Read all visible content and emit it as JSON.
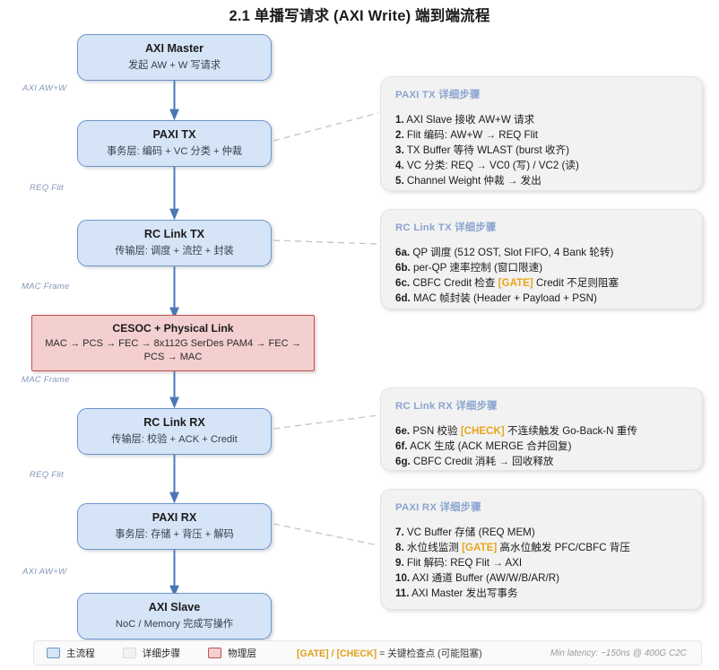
{
  "title": "2.1 单播写请求 (AXI Write) 端到端流程",
  "flow": {
    "nodes": [
      {
        "id": "axi-master",
        "title": "AXI Master",
        "sub": "发起 AW + W 写请求",
        "kind": "main"
      },
      {
        "id": "paxi-tx",
        "title": "PAXI TX",
        "sub": "事务层: 编码 + VC 分类 + 仲裁",
        "kind": "main"
      },
      {
        "id": "rc-link-tx",
        "title": "RC Link TX",
        "sub": "传输层: 调度 + 流控 + 封装",
        "kind": "main"
      },
      {
        "id": "cesoc-phy",
        "title": "CESOC + Physical Link",
        "sub": "MAC → PCS → FEC → 8x112G SerDes PAM4 → FEC → PCS → MAC",
        "kind": "physical"
      },
      {
        "id": "rc-link-rx",
        "title": "RC Link RX",
        "sub": "传输层: 校验 + ACK + Credit",
        "kind": "main"
      },
      {
        "id": "paxi-rx",
        "title": "PAXI RX",
        "sub": "事务层: 存储 + 背压 + 解码",
        "kind": "main"
      },
      {
        "id": "axi-slave",
        "title": "AXI Slave",
        "sub": "NoC / Memory 完成写操作",
        "kind": "main"
      }
    ],
    "edge_labels": [
      {
        "id": "edge-1",
        "text": "AXI AW+W"
      },
      {
        "id": "edge-2",
        "text": "REQ Flit"
      },
      {
        "id": "edge-3",
        "text": "MAC Frame"
      },
      {
        "id": "edge-4",
        "text": "MAC Frame"
      },
      {
        "id": "edge-5",
        "text": "REQ Flit"
      },
      {
        "id": "edge-6",
        "text": "AXI AW+W"
      }
    ]
  },
  "panels": [
    {
      "id": "paxi-tx-detail",
      "title": "PAXI TX 详细步骤",
      "steps": [
        {
          "num": "1.",
          "text": "AXI Slave 接收 AW+W 请求"
        },
        {
          "num": "2.",
          "text": "Flit 编码: AW+W → REQ Flit"
        },
        {
          "num": "3.",
          "text": "TX Buffer 等待 WLAST (burst 收齐)"
        },
        {
          "num": "4.",
          "text": "VC 分类: REQ → VC0 (写) / VC2 (读)"
        },
        {
          "num": "5.",
          "text": "Channel Weight 仲裁 → 发出"
        }
      ]
    },
    {
      "id": "rc-link-tx-detail",
      "title": "RC Link TX 详细步骤",
      "steps": [
        {
          "num": "6a.",
          "text": "QP 调度 (512 OST, Slot FIFO, 4 Bank 轮转)"
        },
        {
          "num": "6b.",
          "text": "per-QP 速率控制 (窗口限速)"
        },
        {
          "num": "6c.",
          "pre": "CBFC Credit 检查 ",
          "tag": "[GATE]",
          "post": " Credit 不足则阻塞"
        },
        {
          "num": "6d.",
          "text": "MAC 帧封装 (Header + Payload + PSN)"
        }
      ]
    },
    {
      "id": "rc-link-rx-detail",
      "title": "RC Link RX 详细步骤",
      "steps": [
        {
          "num": "6e.",
          "pre": "PSN 校验 ",
          "tag": "[CHECK]",
          "post": " 不连续触发 Go-Back-N 重传"
        },
        {
          "num": "6f.",
          "text": "ACK 生成 (ACK MERGE 合并回复)"
        },
        {
          "num": "6g.",
          "text": "CBFC Credit 消耗 → 回收释放"
        }
      ]
    },
    {
      "id": "paxi-rx-detail",
      "title": "PAXI RX 详细步骤",
      "steps": [
        {
          "num": "7.",
          "text": "VC Buffer 存储 (REQ MEM)"
        },
        {
          "num": "8.",
          "pre": "水位线监测 ",
          "tag": "[GATE]",
          "post": " 高水位触发 PFC/CBFC 背压"
        },
        {
          "num": "9.",
          "text": "Flit 解码: REQ Flit → AXI"
        },
        {
          "num": "10.",
          "text": "AXI 通道 Buffer (AW/W/B/AR/R)"
        },
        {
          "num": "11.",
          "text": "AXI Master 发出写事务"
        }
      ]
    }
  ],
  "legend": {
    "items": [
      {
        "id": "legend-main",
        "label": "主流程"
      },
      {
        "id": "legend-detail",
        "label": "详细步骤"
      },
      {
        "id": "legend-phy",
        "label": "物理层"
      }
    ],
    "note_tags": "[GATE] / [CHECK]",
    "note_text": " = 关键检查点 (可能阻塞)",
    "latency": "Min latency: ~150ns @ 400G C2C"
  },
  "colors": {
    "main_fill": "#d6e4f7",
    "main_border": "#6b96ca",
    "phy_fill": "#f4cfcf",
    "phy_border": "#c0504d",
    "panel_fill": "#f2f2f2",
    "panel_title": "#8aa4d0",
    "tag": "#e8a51c",
    "arrow": "#4a78b5",
    "edge_label": "#8497b8"
  }
}
